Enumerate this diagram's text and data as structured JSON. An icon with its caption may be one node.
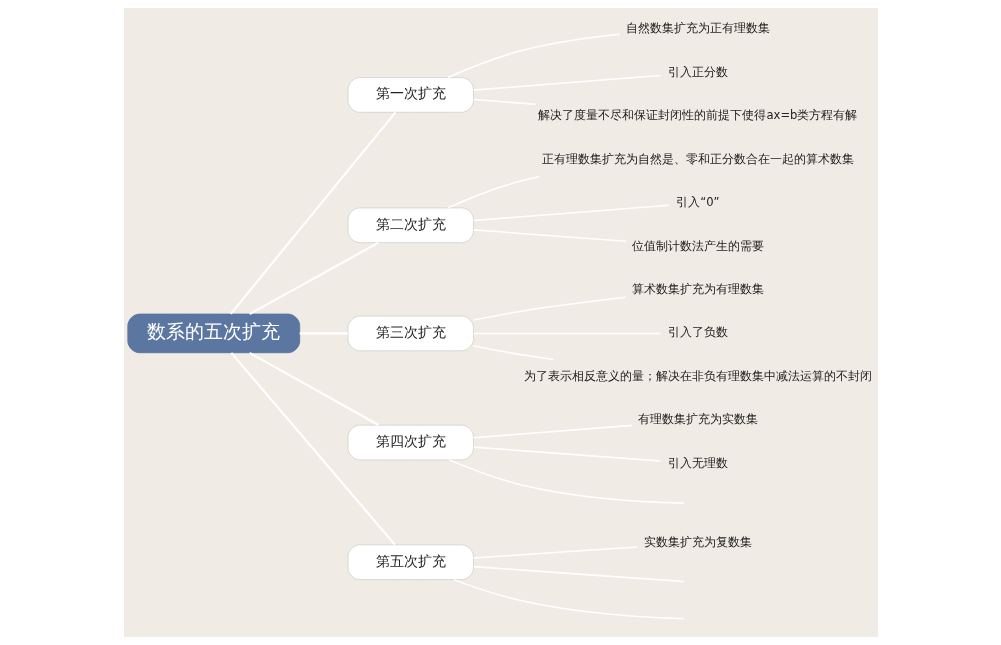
{
  "diagram": {
    "nodes": [
      {
        "text": [
          "数系的五次扩充"
        ]
      },
      {
        "text": [
          "第一次扩充"
        ]
      },
      {
        "text": [
          "自然数集扩充为正有理数集"
        ]
      },
      {
        "text": [
          "引入正分数"
        ]
      },
      {
        "text": [
          "解决了度量不尽和保证封闭性的前提下使得ax=b类方程有解"
        ]
      },
      {
        "text": [
          "第二次扩充"
        ]
      },
      {
        "text": [
          "正有理数集扩充为自然是、零和正分数合在一起的算术数集"
        ]
      },
      {
        "text": [
          "引入“0”"
        ]
      },
      {
        "text": [
          "位值制计数法产生的需要"
        ]
      },
      {
        "text": [
          "第三次扩充"
        ]
      },
      {
        "text": [
          "算术数集扩充为有理数集"
        ]
      },
      {
        "text": [
          "引入了负数"
        ]
      },
      {
        "text": [
          "为了表示相反意义的量；解决在非负有理数集中减法运算的不封闭"
        ]
      },
      {
        "text": [
          "第四次扩充"
        ]
      },
      {
        "text": [
          "有理数集扩充为实数集"
        ]
      },
      {
        "text": [
          "引入无理数"
        ]
      },
      {
        "text": [
          "第五次扩充"
        ]
      },
      {
        "text": [
          "实数集扩充为复数集"
        ]
      }
    ],
    "edges": [
      {
        "from": 0,
        "to": 1,
        "arrow": "none"
      },
      {
        "from": 0,
        "to": 5,
        "arrow": "none"
      },
      {
        "from": 0,
        "to": 9,
        "arrow": "none"
      },
      {
        "from": 0,
        "to": 13,
        "arrow": "none"
      },
      {
        "from": 0,
        "to": 16,
        "arrow": "none"
      },
      {
        "from": 1,
        "to": 2,
        "arrow": "none"
      },
      {
        "from": 1,
        "to": 3,
        "arrow": "none"
      },
      {
        "from": 1,
        "to": 4,
        "arrow": "none"
      },
      {
        "from": 5,
        "to": 6,
        "arrow": "none"
      },
      {
        "from": 5,
        "to": 7,
        "arrow": "none"
      },
      {
        "from": 5,
        "to": 8,
        "arrow": "none"
      },
      {
        "from": 9,
        "to": 10,
        "arrow": "none"
      },
      {
        "from": 9,
        "to": 11,
        "arrow": "none"
      },
      {
        "from": 9,
        "to": 12,
        "arrow": "none"
      },
      {
        "from": 13,
        "to": 14,
        "arrow": "none"
      },
      {
        "from": 13,
        "to": 15,
        "arrow": "none"
      },
      {
        "from": 13,
        "to": null,
        "arrow": "none"
      },
      {
        "from": 16,
        "to": 17,
        "arrow": "none"
      },
      {
        "from": 16,
        "to": null,
        "arrow": "none"
      },
      {
        "from": 16,
        "to": null,
        "arrow": "none"
      }
    ]
  }
}
